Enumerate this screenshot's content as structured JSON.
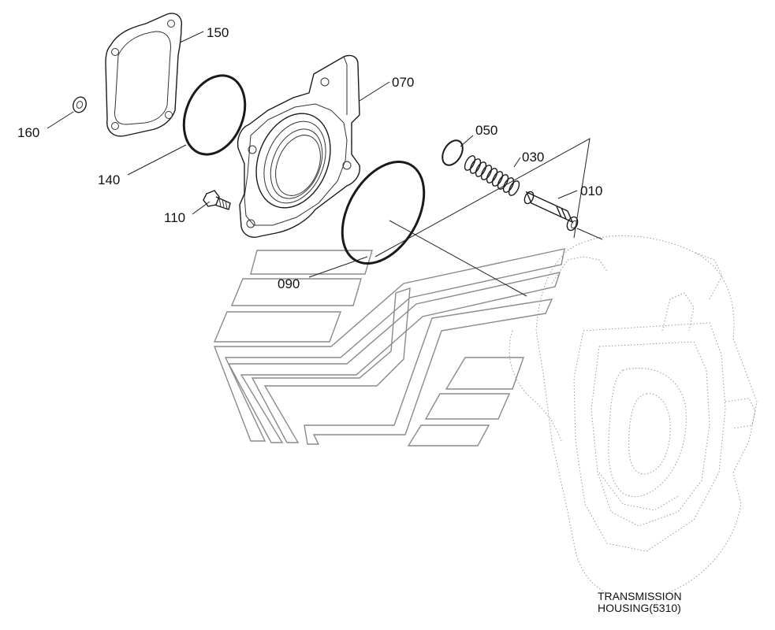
{
  "labels": {
    "p150": "150",
    "p070": "070",
    "p160": "160",
    "p140": "140",
    "p110": "110",
    "p050": "050",
    "p030": "030",
    "p010": "010",
    "p090": "090"
  },
  "caption": {
    "line1": "TRANSMISSION",
    "line2": "HOUSING(5310)"
  }
}
